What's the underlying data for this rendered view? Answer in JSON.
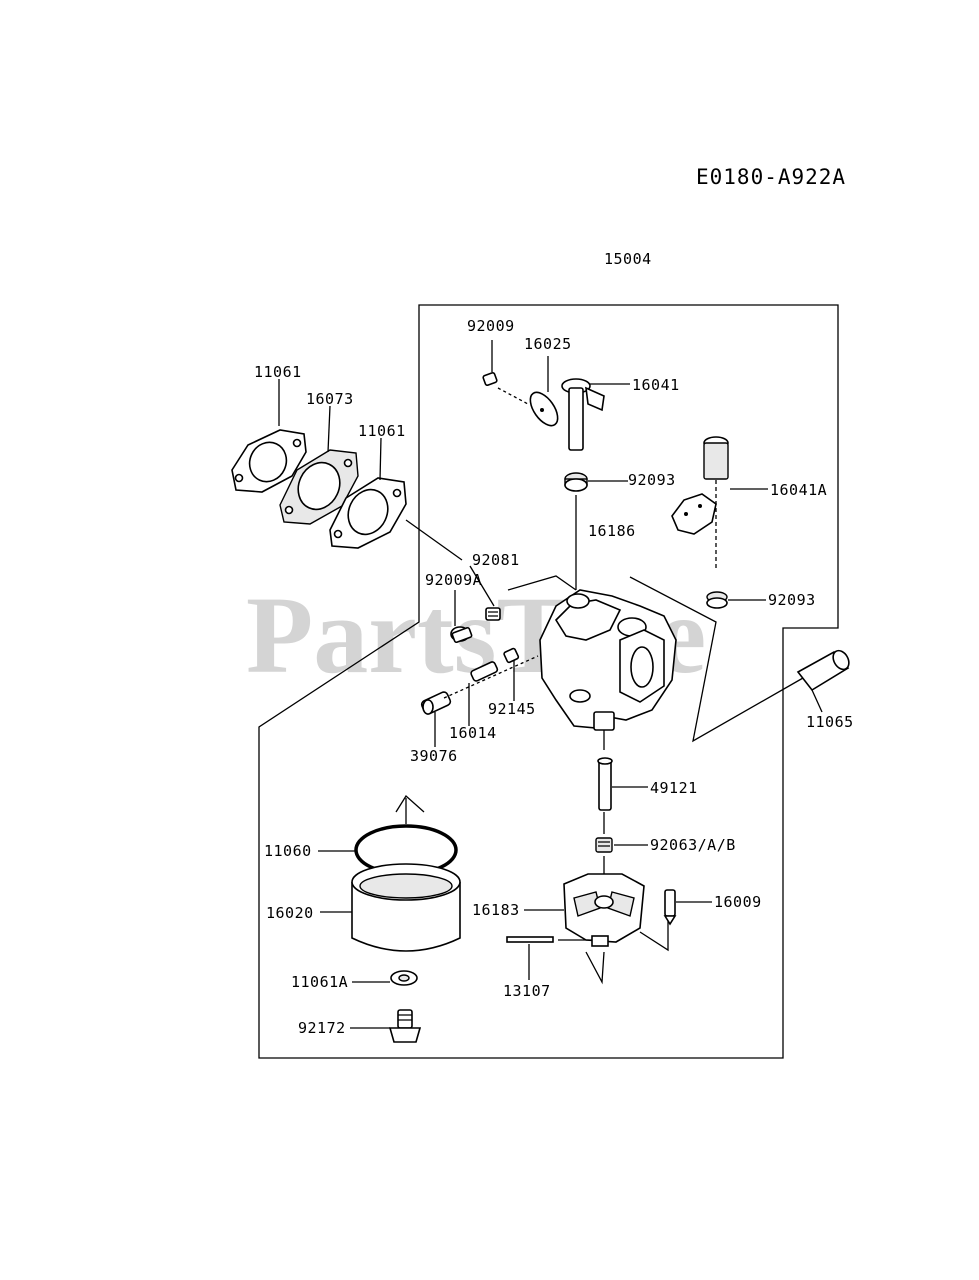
{
  "diagram": {
    "code": "E0180-A922A",
    "assembly_number": "15004",
    "watermark": "PartsTree",
    "parts": [
      {
        "id": "p92009",
        "number": "92009"
      },
      {
        "id": "p16025",
        "number": "16025"
      },
      {
        "id": "p16041",
        "number": "16041"
      },
      {
        "id": "p11061a",
        "number": "11061"
      },
      {
        "id": "p16073",
        "number": "16073"
      },
      {
        "id": "p11061b",
        "number": "11061"
      },
      {
        "id": "p92093a",
        "number": "92093"
      },
      {
        "id": "p16041A",
        "number": "16041A"
      },
      {
        "id": "p16186",
        "number": "16186"
      },
      {
        "id": "p92081",
        "number": "92081"
      },
      {
        "id": "p92009A",
        "number": "92009A"
      },
      {
        "id": "p92093b",
        "number": "92093"
      },
      {
        "id": "p92145",
        "number": "92145"
      },
      {
        "id": "p16014",
        "number": "16014"
      },
      {
        "id": "p39076",
        "number": "39076"
      },
      {
        "id": "p11065",
        "number": "11065"
      },
      {
        "id": "p49121",
        "number": "49121"
      },
      {
        "id": "p11060",
        "number": "11060"
      },
      {
        "id": "p92063",
        "number": "92063/A/B"
      },
      {
        "id": "p16183",
        "number": "16183"
      },
      {
        "id": "p16009",
        "number": "16009"
      },
      {
        "id": "p16020",
        "number": "16020"
      },
      {
        "id": "p13107",
        "number": "13107"
      },
      {
        "id": "p11061A",
        "number": "11061A"
      },
      {
        "id": "p92172",
        "number": "92172"
      }
    ]
  }
}
